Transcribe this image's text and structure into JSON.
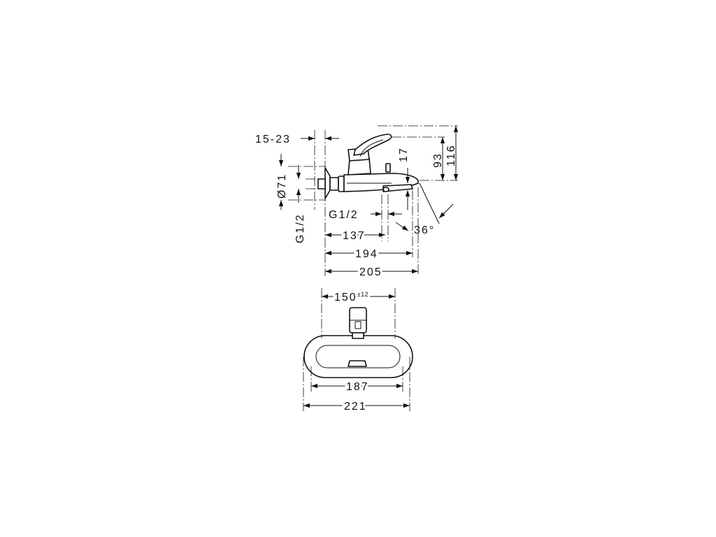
{
  "side_view": {
    "dim_wall": "15-23",
    "dim_rosette": "Ø71",
    "dim_inlet_thread": "G1/2",
    "dim_outlet_thread": "G1/2",
    "dim_17": "17",
    "dim_93": "93",
    "dim_116": "116",
    "dim_angle": "36°",
    "dim_137": "137",
    "dim_194": "194",
    "dim_205": "205"
  },
  "front_view": {
    "dim_150": "150",
    "dim_150_tol": "±12",
    "dim_187": "187",
    "dim_221": "221"
  }
}
